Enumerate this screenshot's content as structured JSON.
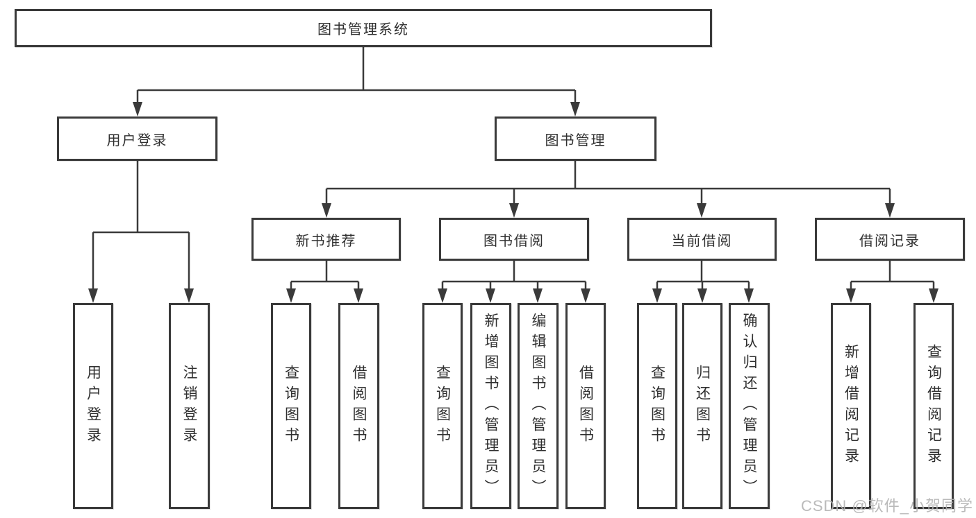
{
  "diagram": {
    "root": {
      "label": "图书管理系统"
    },
    "user": {
      "label": "用户登录",
      "children": [
        {
          "label": "用户登录"
        },
        {
          "label": "注销登录"
        }
      ]
    },
    "mgmt": {
      "label": "图书管理",
      "sections": [
        {
          "label": "新书推荐",
          "children": [
            {
              "label": "查询图书"
            },
            {
              "label": "借阅图书"
            }
          ]
        },
        {
          "label": "图书借阅",
          "children": [
            {
              "label": "查询图书"
            },
            {
              "label": "新增图书（管理员）"
            },
            {
              "label": "编辑图书（管理员）"
            },
            {
              "label": "借阅图书"
            }
          ]
        },
        {
          "label": "当前借阅",
          "children": [
            {
              "label": "查询图书"
            },
            {
              "label": "归还图书"
            },
            {
              "label": "确认归还（管理员）"
            }
          ]
        },
        {
          "label": "借阅记录",
          "children": [
            {
              "label": "新增借阅记录"
            },
            {
              "label": "查询借阅记录"
            }
          ]
        }
      ]
    }
  },
  "watermark": {
    "text": "CSDN @软件_小贺同学"
  },
  "colors": {
    "line": "#3a3a3a",
    "text": "#2f2f2f",
    "watermark": "#b3b3b3"
  }
}
